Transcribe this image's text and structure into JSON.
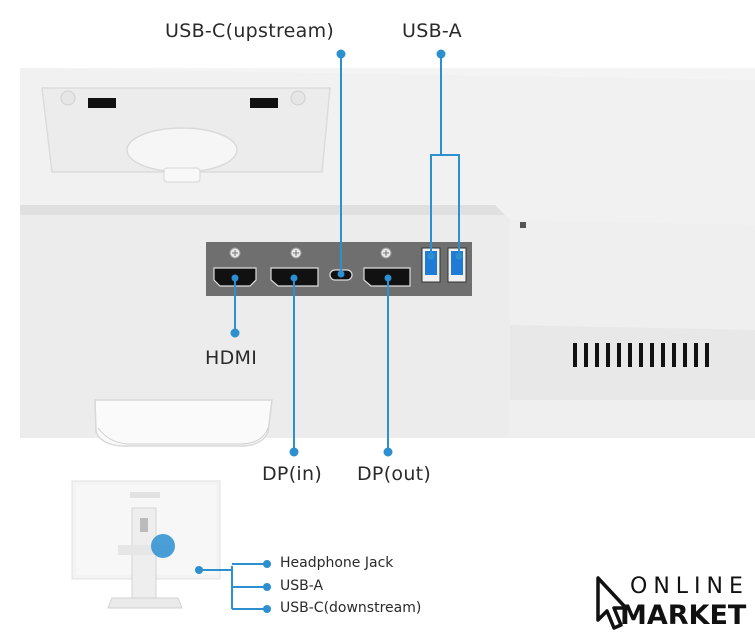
{
  "labels": {
    "usb_c_upstream": "USB-C(upstream)",
    "usb_a_top": "USB-A",
    "hdmi": "HDMI",
    "dp_in": "DP(in)",
    "dp_out": "DP(out)"
  },
  "inset": {
    "headphone_jack": "Headphone Jack",
    "usb_a": "USB-A",
    "usb_c_downstream": "USB-C(downstream)"
  },
  "logo": {
    "line1": "ONLINE",
    "line2": "MARKET"
  },
  "colors": {
    "accent": "#2b8fd0",
    "body": "#f2f2f2",
    "panel": "#6f6f6f",
    "text": "#2a2a2a"
  }
}
